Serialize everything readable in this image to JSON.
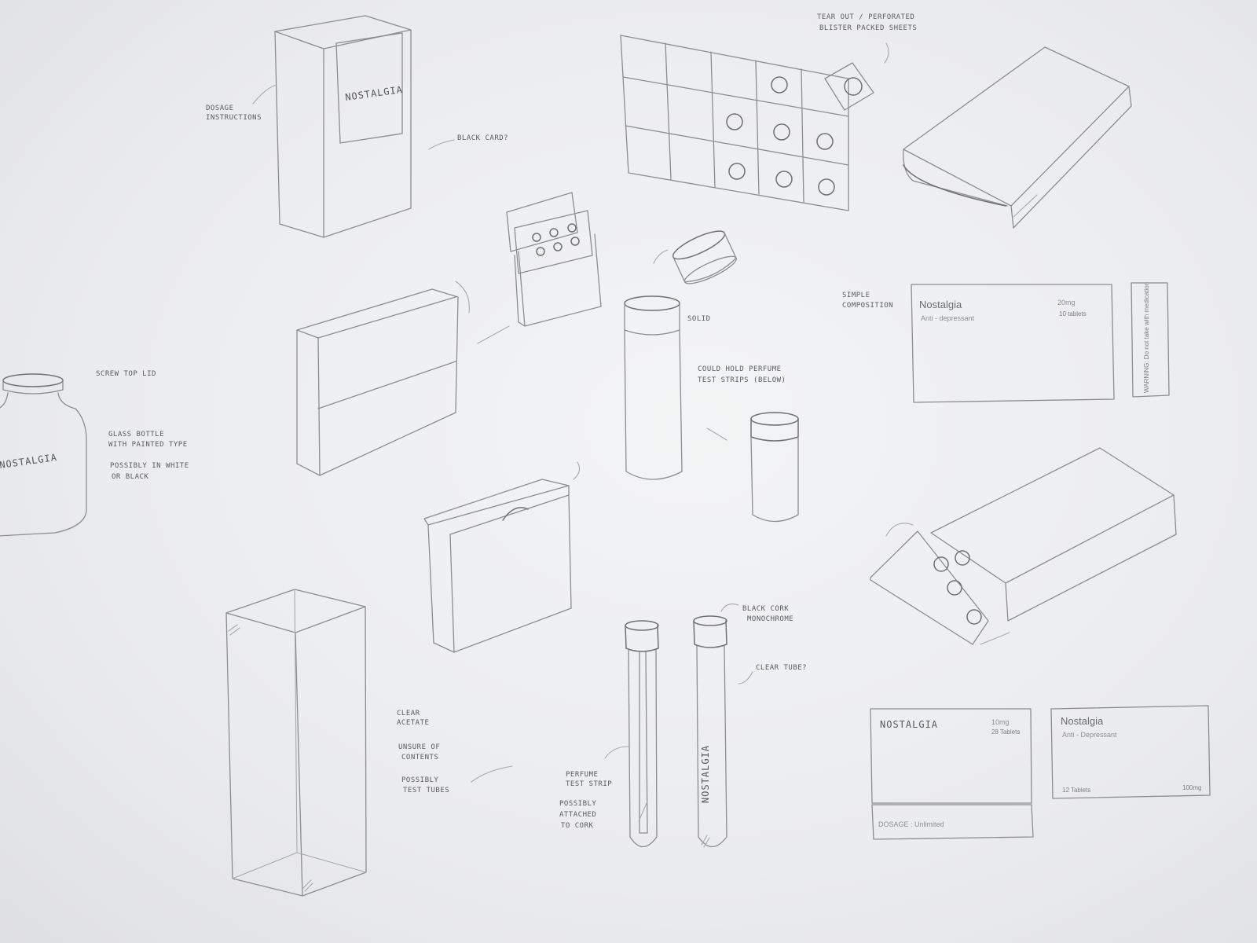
{
  "labels": {
    "box_brand": "NOSTALGIA",
    "bottle_brand": "NOSTALGIA",
    "tube_brand": "NOSTALGIA",
    "box_front_a": {
      "brand": "Nostalgia",
      "sub": "Anti - depressant",
      "dose": "20mg",
      "count": "10 tablets",
      "side": "WARNING: Do not take with medication"
    },
    "box_front_b": {
      "brand": "NOSTALGIA",
      "dose": "10mg",
      "count": "28 Tablets",
      "dosage": "DOSAGE : Unlimited"
    },
    "box_front_c": {
      "brand": "Nostalgia",
      "sub": "Anti - Depressant",
      "count": "12 Tablets",
      "dose": "100mg"
    }
  },
  "notes": {
    "dosage_instructions": [
      "DOSAGE",
      "INSTRUCTIONS"
    ],
    "black_card": "BLACK CARD?",
    "tear_out": [
      "TEAR OUT / PERFORATED",
      "BLISTER PACKED SHEETS"
    ],
    "screw_top": "SCREW TOP LID",
    "glass_bottle": [
      "GLASS BOTTLE",
      "WITH PAINTED TYPE",
      "",
      "POSSIBLY IN WHITE",
      "OR BLACK"
    ],
    "solid": "SOLID",
    "perfume": [
      "COULD HOLD PERFUME",
      "TEST STRIPS (BELOW)"
    ],
    "simple_composition": [
      "SIMPLE",
      "COMPOSITION"
    ],
    "black_cork": [
      "BLACK CORK",
      "MONOCHROME"
    ],
    "clear_tube": "CLEAR TUBE?",
    "clear_acetate": [
      "CLEAR",
      "ACETATE",
      "",
      "UNSURE OF",
      "CONTENTS",
      "",
      "POSSIBLY",
      "TEST TUBES"
    ],
    "perfume_strip": [
      "PERFUME",
      "TEST STRIP"
    ],
    "attached": [
      "POSSIBLY",
      "ATTACHED",
      "TO CORK"
    ]
  }
}
